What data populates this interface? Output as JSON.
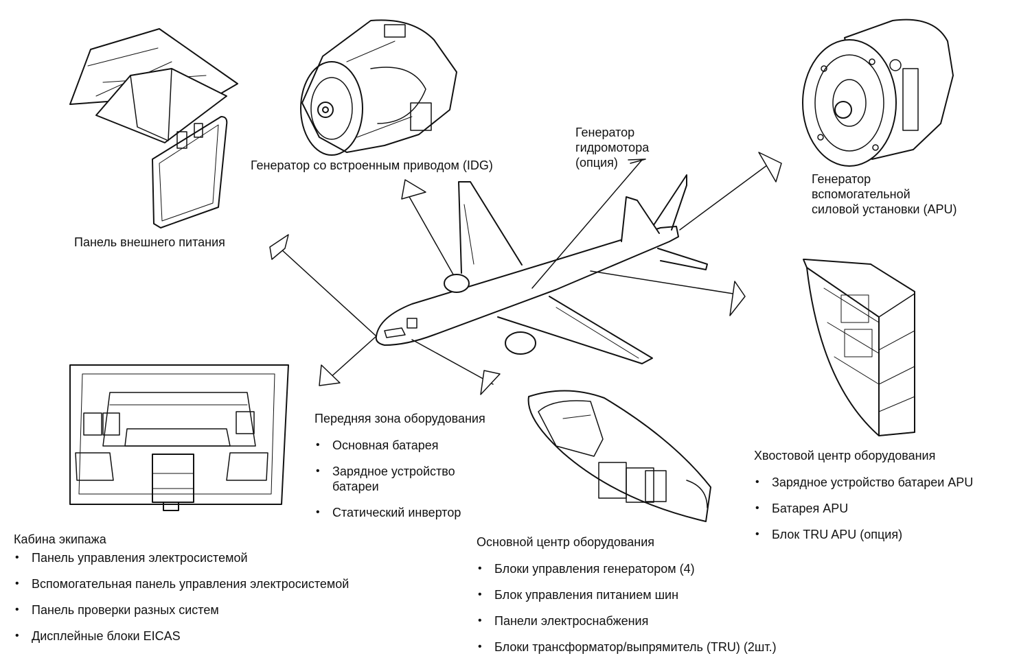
{
  "labels": {
    "idg": "Генератор со встроенным приводом (IDG)",
    "hydraulic_generator": "Генератор\nгидромотора\n(опция)",
    "apu_generator": "Генератор\nвспомогательной\nсиловой установки (APU)",
    "external_power_panel": "Панель внешнего питания"
  },
  "forward_zone": {
    "title": "Передняя зона оборудования",
    "items": [
      "Основная батарея",
      "Зарядное устройство\nбатареи",
      "Статический инвертор"
    ]
  },
  "cockpit": {
    "title": "Кабина экипажа",
    "items": [
      "Панель управления электросистемой",
      "Вспомогательная панель управления  электросистемой",
      "Панель проверки разных систем",
      "Дисплейные блоки EICAS"
    ]
  },
  "main_center": {
    "title": "Основной центр оборудования",
    "items": [
      "Блоки управления генератором (4)",
      "Блок управления питанием шин",
      "Панели электроснабжения",
      "Блоки трансформатор/выпрямитель (TRU) (2шт.)"
    ]
  },
  "tail_center": {
    "title": "Хвостовой центр оборудования",
    "items": [
      "Зарядное устройство батареи APU",
      "Батарея APU",
      "Блок TRU  APU (опция)"
    ]
  },
  "icons": [
    "external-power-panel-drawing",
    "idg-drawing",
    "apu-generator-drawing",
    "airplane-drawing",
    "tail-rack-drawing",
    "flight-deck-drawing",
    "main-equipment-center-drawing"
  ],
  "colors": {
    "ink": "#111111",
    "background": "#ffffff"
  }
}
